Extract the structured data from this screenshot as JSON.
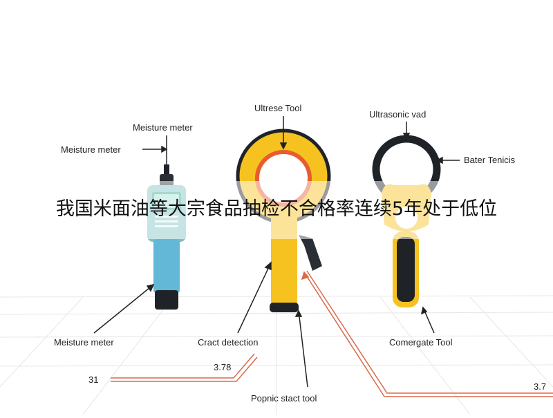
{
  "headline": "我国米面油等大宗食品抽检不合格率连续5年处于低位",
  "labels": {
    "moisture_top_a": "Meisture meter",
    "moisture_top_b": "Meisture meter",
    "moisture_bottom": "Meisture meter",
    "ultrese_tool": "Ultrese Tool",
    "ultrasonic_vad": "Ultrasonic vad",
    "bater_tenicis": "Bater Tenicis",
    "cract_detection": "Cract detection",
    "comergate_tool": "Comergate Tool",
    "popnic_stact_tool": "Popnic stact tool"
  },
  "readouts": {
    "left_value": "31",
    "middle_value": "3.78",
    "right_value": "3.7"
  },
  "colors": {
    "meter_body": "#63b8d8",
    "meter_screen": "#5fb9a8",
    "yellow_tool": "#f6c21f",
    "ring_inner": "#e85c2f",
    "dark": "#1f2328",
    "callout_red": "#d96a4a"
  },
  "icons": [
    "moisture-meter-icon",
    "ultrasonic-tool-icon",
    "ultrasonic-pad-icon"
  ]
}
